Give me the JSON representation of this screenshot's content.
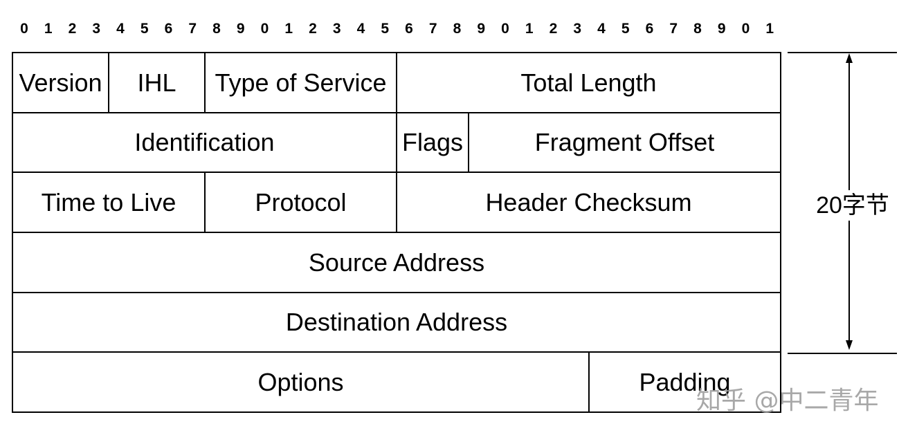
{
  "bit_ruler": [
    "0",
    "1",
    "2",
    "3",
    "4",
    "5",
    "6",
    "7",
    "8",
    "9",
    "0",
    "1",
    "2",
    "3",
    "4",
    "5",
    "6",
    "7",
    "8",
    "9",
    "0",
    "1",
    "2",
    "3",
    "4",
    "5",
    "6",
    "7",
    "8",
    "9",
    "0",
    "1"
  ],
  "rows": [
    {
      "fields": [
        {
          "label": "Version",
          "bits": 4
        },
        {
          "label": "IHL",
          "bits": 4
        },
        {
          "label": "Type of Service",
          "bits": 8
        },
        {
          "label": "Total Length",
          "bits": 16
        }
      ]
    },
    {
      "fields": [
        {
          "label": "Identification",
          "bits": 16
        },
        {
          "label": "Flags",
          "bits": 3
        },
        {
          "label": "Fragment Offset",
          "bits": 13
        }
      ]
    },
    {
      "fields": [
        {
          "label": "Time to Live",
          "bits": 8
        },
        {
          "label": "Protocol",
          "bits": 8
        },
        {
          "label": "Header Checksum",
          "bits": 16
        }
      ]
    },
    {
      "fields": [
        {
          "label": "Source Address",
          "bits": 32
        }
      ]
    },
    {
      "fields": [
        {
          "label": "Destination Address",
          "bits": 32
        }
      ]
    },
    {
      "fields": [
        {
          "label": "Options",
          "bits": 24
        },
        {
          "label": "Padding",
          "bits": 8
        }
      ]
    }
  ],
  "side_annotation": {
    "label": "20字节"
  },
  "watermark": "知乎 @中二青年"
}
